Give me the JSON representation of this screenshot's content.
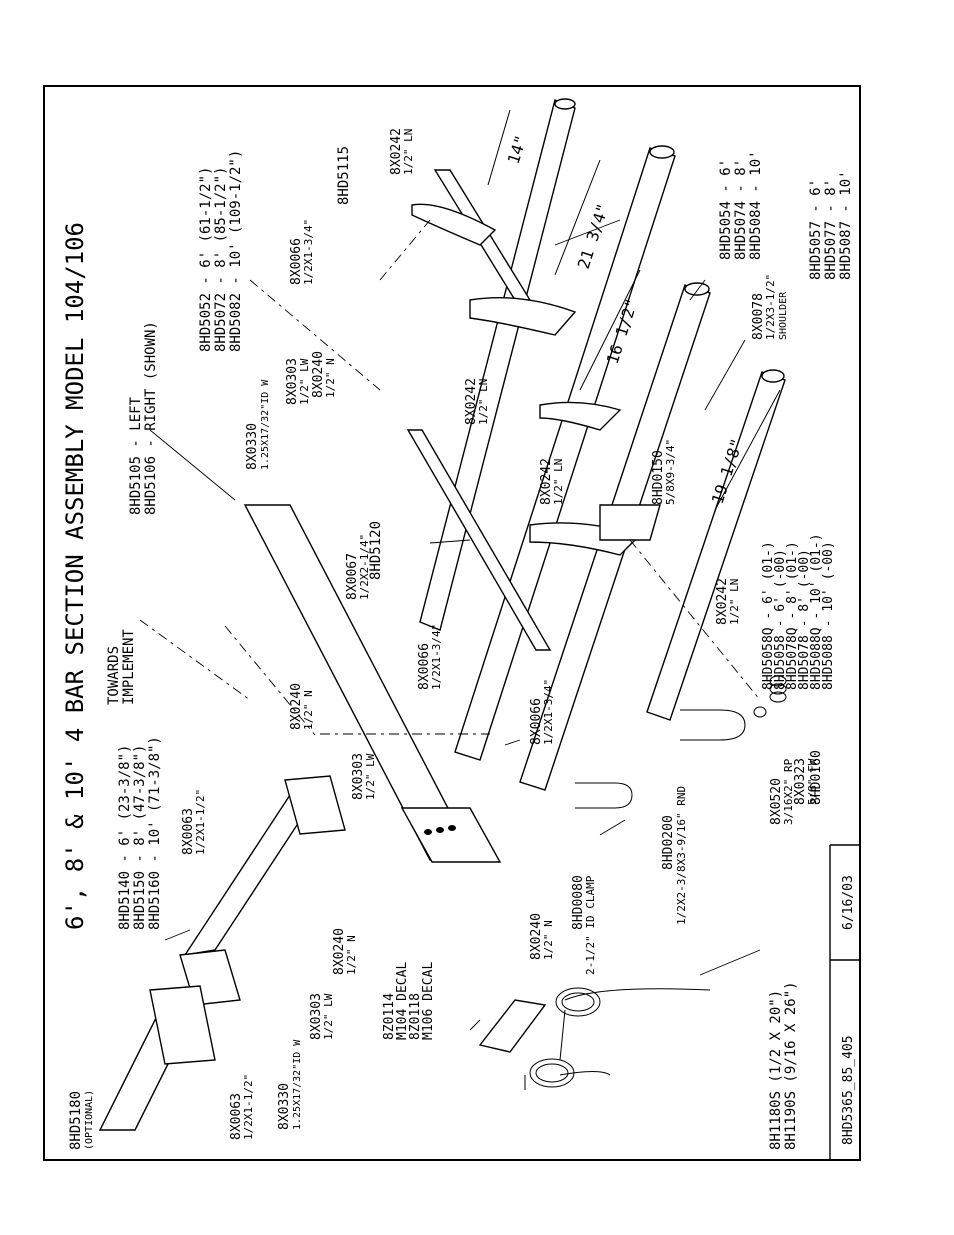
{
  "title": "6', 8' & 10' 4 BAR SECTION ASSEMBLY MODEL 104/106",
  "title_block": {
    "drawing_number": "8HD5365_85_405",
    "date": "6/16/03"
  },
  "callouts": {
    "left_right": [
      "8HD5105 - LEFT",
      "8HD5106 - RIGHT (SHOWN)"
    ],
    "towards": [
      "TOWARDS",
      "IMPLEMENT"
    ],
    "frame_lengths": [
      "8HD5140 - 6' (23-3/8\")",
      "8HD5150 - 8' (47-3/8\")",
      "8HD5160 - 10' (71-3/8\")"
    ],
    "bar_top": [
      "8HD5052 - 6' (61-1/2\")",
      "8HD5072 - 8' (85-1/2\")",
      "8HD5082 - 10' (109-1/2\")"
    ],
    "bar_a": [
      "8HD5054 - 6'",
      "8HD5074 - 8'",
      "8HD5084 - 10'"
    ],
    "bar_b": [
      "8HD5057 - 6'",
      "8HD5077 - 8'",
      "8HD5087 - 10'"
    ],
    "bar_c": [
      "8HD5058Q - 6' (01-)",
      "8HD5058 - 6' (-00)",
      "8HD5078Q - 8' (01-)",
      "8HD5078 - 8' (-00)",
      "8HD5088Q - 10' (01-)",
      "8HD5088 - 10' (-00)"
    ],
    "tines": [
      "8H1180S (1/2 X 20\")",
      "8H1190S (9/16 X 26\")"
    ],
    "decals": [
      "8Z0114",
      "M104 DECAL",
      "8Z0118",
      "M106 DECAL"
    ],
    "part_8HD5180": [
      "8HD5180",
      "(OPTIONAL)"
    ],
    "part_8HD5115": "8HD5115",
    "part_8HD5120": "8HD5120",
    "part_8HD0150": [
      "8HD0150",
      "5/8X9-3/4\""
    ],
    "part_8HD0160": "8HD0160",
    "part_8HD0200": [
      "8HD0200",
      "1/2X2-3/8X3-9/16\" RND"
    ],
    "part_8HD0080": [
      "8HD0080",
      "2-1/2\" ID CLAMP"
    ],
    "bolt_8X0063": [
      "8X0063",
      "1/2X1-1/2\""
    ],
    "bolt_8X0066": [
      "8X0066",
      "1/2X1-3/4\""
    ],
    "bolt_8X0067": [
      "8X0067",
      "1/2X2-1/4\""
    ],
    "bolt_8X0078": [
      "8X0078",
      "1/2X3-1/2\"",
      "SHOULDER"
    ],
    "nut_8X0240": [
      "8X0240",
      "1/2\" N"
    ],
    "nut_8X0242": [
      "8X0242",
      "1/2\" LN"
    ],
    "washer_8X0303": [
      "8X0303",
      "1/2\" LW"
    ],
    "washer_8X0330": [
      "8X0330",
      "1.25X17/32\"ID W"
    ],
    "pin_8X0520": [
      "8X0520",
      "3/16X2\" RP"
    ],
    "washer_8X0323": [
      "8X0323",
      "5/8\" FW"
    ],
    "dimensions": [
      "14\"",
      "21 3/4\"",
      "16 1/2\"",
      "19 1/8\""
    ]
  }
}
